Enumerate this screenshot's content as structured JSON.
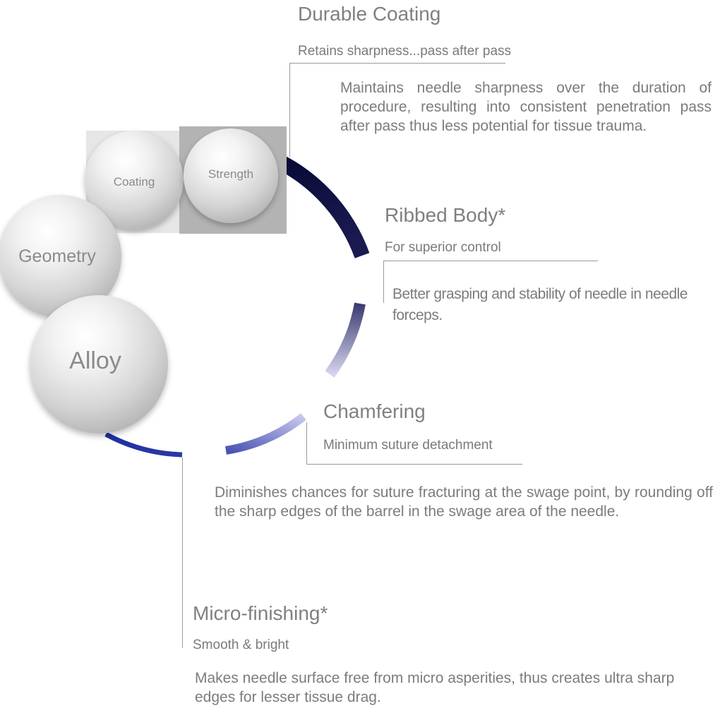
{
  "spheres": {
    "coating": "Coating",
    "strength": "Strength",
    "geometry": "Geometry",
    "alloy": "Alloy"
  },
  "features": {
    "durable_coating": {
      "title": "Durable Coating",
      "subtitle": "Retains sharpness...pass after pass",
      "description": "Maintains needle sharpness over the duration of procedure, resulting into consistent penetration pass after pass thus less potential for tissue trauma."
    },
    "ribbed_body": {
      "title": "Ribbed Body*",
      "subtitle": "For superior control",
      "description": "Better grasping and stability of needle in needle forceps."
    },
    "chamfering": {
      "title": "Chamfering",
      "subtitle": "Minimum suture detachment",
      "description": "Diminishes chances for suture fracturing at the swage point, by rounding off the sharp edges of the barrel in the swage area of the needle."
    },
    "micro_finishing": {
      "title": "Micro-finishing*",
      "subtitle": "Smooth & bright",
      "description": "Makes needle surface free from micro asperities, thus creates ultra sharp edges for lesser tissue drag."
    }
  },
  "colors": {
    "arc_dark": "#0a0a38",
    "arc_mid": "#3e3e72",
    "arc_light": "#c4c4e8",
    "arc_blue": "#2a38a0",
    "text": "#7c7c7c",
    "square_light": "#e4e4e4",
    "square_dark": "#b2b2b2"
  }
}
